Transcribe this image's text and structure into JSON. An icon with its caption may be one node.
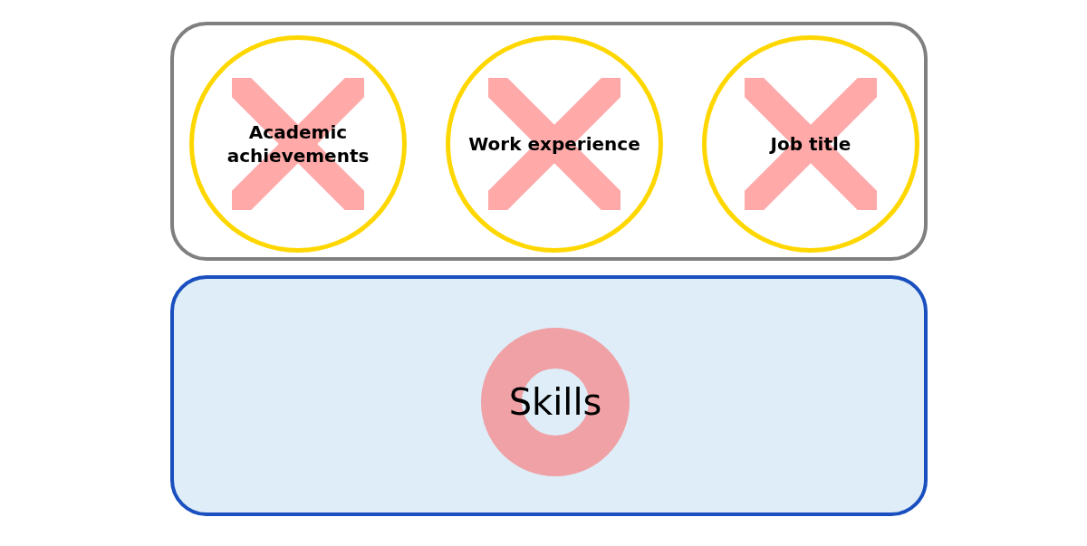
{
  "diagram": {
    "nodes": [
      {
        "text": [],
        "shape": "box"
      },
      {
        "text": [
          "Academic achievements"
        ],
        "in": 0
      },
      {
        "text": [
          "Work experience"
        ],
        "in": 0
      },
      {
        "text": [
          "Job title"
        ],
        "in": 0
      },
      {
        "text": [],
        "shape": "box"
      },
      {
        "text": [
          "Skills"
        ],
        "in": 4
      }
    ]
  }
}
